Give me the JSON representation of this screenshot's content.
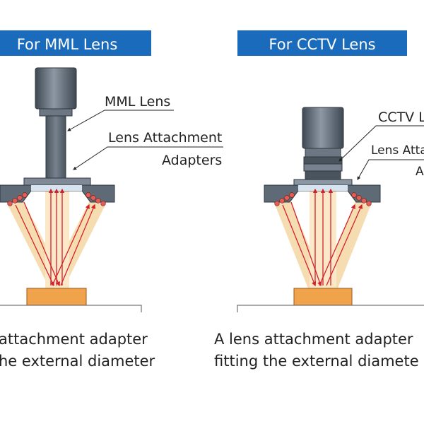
{
  "panels": {
    "left": {
      "title": "For MML Lens",
      "callout_lens": "MML Lens",
      "callout_adapter_line1": "Lens Attachment",
      "callout_adapter_line2": "Adapters",
      "caption_line1": "attachment adapter",
      "caption_line2": "he external diameter"
    },
    "right": {
      "title": "For CCTV Lens",
      "callout_lens": "CCTV L",
      "callout_adapter_line1": "Lens Atta",
      "callout_adapter_line2": "A",
      "caption_line1": "A lens attachment adapter",
      "caption_line2": "fitting the external diamete"
    }
  },
  "colors": {
    "title_bg": "#1b6bbd",
    "title_text": "#ffffff",
    "lens_dark": "#5e6a76",
    "lens_mid": "#8a96a2",
    "ring_light": "#d7e3ee",
    "beam": "#f5d7a4",
    "ray": "#d5202a",
    "object": "#f0a34a",
    "led": "#e35d54"
  }
}
